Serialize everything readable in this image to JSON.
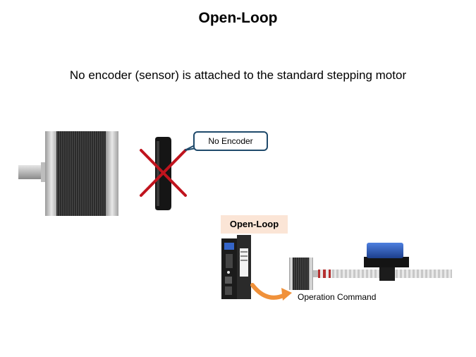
{
  "slide": {
    "title": "Open-Loop",
    "subtitle": "No encoder (sensor) is attached to the standard stepping motor",
    "callout": "No Encoder",
    "loop_label": "Open-Loop",
    "operation_command": "Operation Command"
  },
  "colors": {
    "cross": "#c0141e",
    "arrow": "#f0913a",
    "callout_border": "#1f4a6b",
    "label_bg": "#fbe5d6",
    "stage_block": "#2a5cb3"
  },
  "icons": [
    "stepping-motor-icon",
    "encoder-icon",
    "cross-mark-icon",
    "driver-icon",
    "small-motor-icon",
    "ball-screw-stage-icon",
    "curved-arrow-icon"
  ]
}
